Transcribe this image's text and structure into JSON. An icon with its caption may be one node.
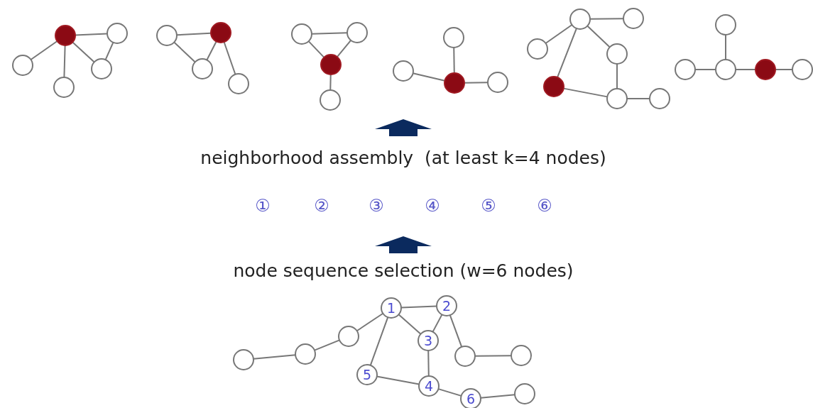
{
  "diagram": {
    "nodes": [
      {
        "text": [],
        "shape": "circle"
      },
      {
        "text": [],
        "shape": "circle"
      },
      {
        "text": [],
        "shape": "circle"
      },
      {
        "text": [],
        "shape": "circle"
      },
      {
        "text": [],
        "shape": "circle"
      },
      {
        "text": [],
        "shape": "circle"
      },
      {
        "text": [],
        "shape": "circle"
      },
      {
        "text": [],
        "shape": "circle"
      },
      {
        "text": [],
        "shape": "circle"
      },
      {
        "text": [],
        "shape": "circle"
      },
      {
        "text": [],
        "shape": "circle"
      },
      {
        "text": [],
        "shape": "circle"
      },
      {
        "text": [],
        "shape": "circle"
      },
      {
        "text": [],
        "shape": "circle"
      },
      {
        "text": [],
        "shape": "circle"
      },
      {
        "text": [],
        "shape": "circle"
      },
      {
        "text": [],
        "shape": "circle"
      },
      {
        "text": [],
        "shape": "circle"
      },
      {
        "text": [],
        "shape": "circle"
      },
      {
        "text": [],
        "shape": "circle"
      },
      {
        "text": [],
        "shape": "circle"
      },
      {
        "text": [],
        "shape": "circle"
      },
      {
        "text": [],
        "shape": "circle"
      },
      {
        "text": [],
        "shape": "circle"
      },
      {
        "text": [],
        "shape": "circle"
      },
      {
        "text": [],
        "shape": "circle"
      },
      {
        "text": [],
        "shape": "circle"
      },
      {
        "text": [],
        "shape": "circle"
      },
      {
        "text": [],
        "shape": "circle"
      },
      {
        "text": [
          "1"
        ]
      },
      {
        "text": [
          "2"
        ]
      },
      {
        "text": [],
        "shape": "circle"
      },
      {
        "text": [
          "3"
        ]
      },
      {
        "text": [],
        "shape": "circle"
      },
      {
        "text": [],
        "shape": "circle"
      },
      {
        "text": [],
        "shape": "circle"
      },
      {
        "text": [],
        "shape": "circle"
      },
      {
        "text": [
          "5"
        ]
      },
      {
        "text": [
          "4"
        ]
      },
      {
        "text": [
          "6"
        ]
      },
      {
        "text": [],
        "shape": "circle"
      }
    ],
    "edges": [
      {
        "from": 0,
        "to": 1,
        "arrow": "none"
      },
      {
        "from": 0,
        "to": 3,
        "arrow": "none"
      },
      {
        "from": 0,
        "to": 4,
        "arrow": "none"
      },
      {
        "from": 0,
        "to": 2,
        "arrow": "none"
      },
      {
        "from": 1,
        "to": 2,
        "arrow": "none"
      },
      {
        "from": 5,
        "to": 6,
        "arrow": "none"
      },
      {
        "from": 5,
        "to": 7,
        "arrow": "none"
      },
      {
        "from": 6,
        "to": 7,
        "arrow": "none"
      },
      {
        "from": 6,
        "to": 8,
        "arrow": "none"
      },
      {
        "from": 9,
        "to": 10,
        "arrow": "none"
      },
      {
        "from": 9,
        "to": 11,
        "arrow": "none"
      },
      {
        "from": 10,
        "to": 11,
        "arrow": "none"
      },
      {
        "from": 11,
        "to": 12,
        "arrow": "none"
      },
      {
        "from": 13,
        "to": 15,
        "arrow": "none"
      },
      {
        "from": 14,
        "to": 15,
        "arrow": "none"
      },
      {
        "from": 15,
        "to": 16,
        "arrow": "none"
      },
      {
        "from": 17,
        "to": 18,
        "arrow": "none"
      },
      {
        "from": 17,
        "to": 19,
        "arrow": "none"
      },
      {
        "from": 17,
        "to": 20,
        "arrow": "none"
      },
      {
        "from": 17,
        "to": 21,
        "arrow": "none"
      },
      {
        "from": 20,
        "to": 22,
        "arrow": "none"
      },
      {
        "from": 21,
        "to": 22,
        "arrow": "none"
      },
      {
        "from": 22,
        "to": 23,
        "arrow": "none"
      },
      {
        "from": 24,
        "to": 26,
        "arrow": "none"
      },
      {
        "from": 25,
        "to": 26,
        "arrow": "none"
      },
      {
        "from": 26,
        "to": 27,
        "arrow": "none"
      },
      {
        "from": 27,
        "to": 28,
        "arrow": "none"
      },
      {
        "from": 36,
        "to": 33,
        "arrow": "none"
      },
      {
        "from": 33,
        "to": 31,
        "arrow": "none"
      },
      {
        "from": 31,
        "to": 29,
        "arrow": "none"
      },
      {
        "from": 29,
        "to": 30,
        "arrow": "none"
      },
      {
        "from": 29,
        "to": 32,
        "arrow": "none"
      },
      {
        "from": 30,
        "to": 32,
        "arrow": "none"
      },
      {
        "from": 30,
        "to": 34,
        "arrow": "none"
      },
      {
        "from": 34,
        "to": 35,
        "arrow": "none"
      },
      {
        "from": 29,
        "to": 37,
        "arrow": "none"
      },
      {
        "from": 32,
        "to": 38,
        "arrow": "none"
      },
      {
        "from": 37,
        "to": 38,
        "arrow": "none"
      },
      {
        "from": 38,
        "to": 39,
        "arrow": "none"
      },
      {
        "from": 39,
        "to": 40,
        "arrow": "none"
      }
    ],
    "labels": [
      "neighborhood assembly  (at least k=4 nodes)",
      "①",
      "②",
      "③",
      "④",
      "⑤",
      "⑥",
      "node sequence selection (w=6 nodes)"
    ]
  }
}
